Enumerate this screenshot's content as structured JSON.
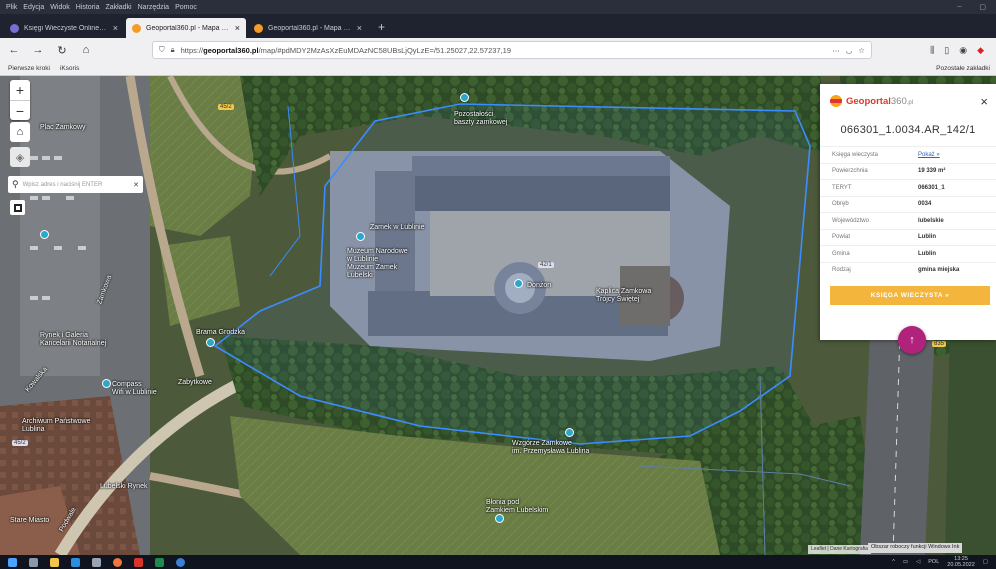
{
  "menubar": {
    "items": [
      "Plik",
      "Edycja",
      "Widok",
      "Historia",
      "Zakładki",
      "Narzędzia",
      "Pomoc"
    ]
  },
  "tabs": [
    {
      "label": "Księgi Wieczyste Online - Ogólr",
      "color": "#7a6cd1"
    },
    {
      "label": "Geoportal360.pl - Mapa Interakt",
      "color": "#f39c27"
    },
    {
      "label": "Geoportal360.pl - Mapa interakt",
      "color": "#f39c27"
    }
  ],
  "navbar": {
    "url_prefix": "https://",
    "url_host": "geoportal360.pl",
    "url_path": "/map/#pdMDY2MzAsXzEuMDAzNC58UBsLjQyLzE=/51.25027,22.57237,19"
  },
  "bookmarks": {
    "items": [
      "Pierwsze kroki",
      "iKsoris"
    ],
    "more": "Pozostałe zakładki"
  },
  "map": {
    "search_placeholder": "Wpisz adres i naciśnij ENTER",
    "labels": {
      "tower": "Pozostałości\nbaszty zamkowej",
      "castle": "Zamek w Lublinie",
      "museum": "Muzeum Narodowe\nw Lublinie\nMuzeum Zamek\nLubelski",
      "donjon": "Donżon",
      "chapel": "Kaplica Zamkowa\nTrójcy Świętej",
      "ulica_zamkowa": "Plac Zamkowy",
      "trade_center": "Rynek i Galeria\nKancelarii Notarialnej",
      "brama": "Brama Grodzka",
      "compass": "Compass\nWifi w Lublinie",
      "zabytkowe": "Zabytkowe",
      "centrum": "Archiwum Państwowe\nLublina",
      "wyjscie": "Wzgórze Zamkowe\nim. Przemysława Lublina",
      "park": "Błonia pod\nZamkiem Lubelskim",
      "lsiw": "Lubelski Rynek",
      "lam": "Stare Miasto",
      "zamkowa_street": "Zamkowa",
      "kowalska": "Kowalska",
      "podwale": "Podwale"
    },
    "badges": {
      "b1": "45/2",
      "b2": "42/1",
      "b3": "45/2",
      "road": "835"
    },
    "attribution": "Leaflet | Dane Kartografia",
    "windows_notice": "Obszar roboczy funkcji Windows Ink"
  },
  "panel": {
    "brand": "Geoportal",
    "brand_alt": "360",
    "brand_suffix": ".pl",
    "title": "066301_1.0034.AR_142/1",
    "rows": [
      {
        "k": "Księga wieczysta",
        "v": "Pokaż »",
        "link": true
      },
      {
        "k": "Powierzchnia",
        "v": "19 339 m²"
      },
      {
        "k": "TERYT",
        "v": "066301_1"
      },
      {
        "k": "Obręb",
        "v": "0034"
      },
      {
        "k": "Województwo",
        "v": "lubelskie"
      },
      {
        "k": "Powiat",
        "v": "Lublin"
      },
      {
        "k": "Gmina",
        "v": "Lublin"
      },
      {
        "k": "Rodzaj",
        "v": "gmina miejska"
      }
    ],
    "button": "KSIĘGA WIECZYSTA »",
    "close": "×",
    "fab": "↑"
  },
  "taskbar": {
    "lang": "POL",
    "time": "13:25",
    "date": "20.05.2022"
  }
}
